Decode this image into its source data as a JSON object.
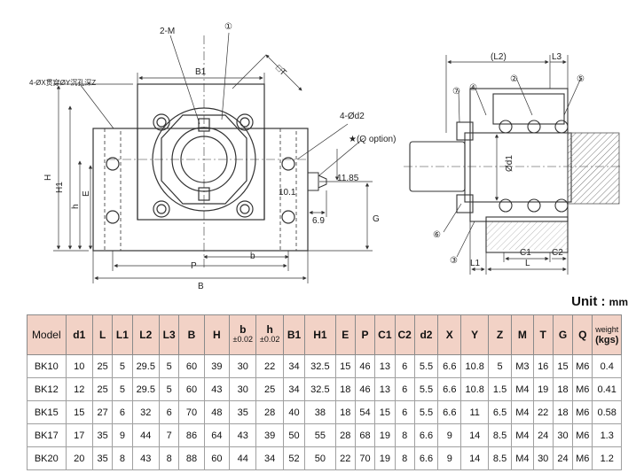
{
  "drawing": {
    "labels": {
      "two_m": "2-M",
      "hole_note": "4-ØX贯穿ØY沉孔深Z",
      "b1": "B1",
      "t": "□T",
      "four_d2": "4-Ød2",
      "q_option": "★(Q option)",
      "h": "H",
      "h1": "H1",
      "h_small": "h",
      "e": "E",
      "g": "G",
      "p": "P",
      "b_small": "b",
      "b": "B",
      "dim_10_1": "10.1",
      "dim_11_85": "11.85",
      "dim_6_9": "6.9",
      "l2": "(L2)",
      "l3": "L3",
      "od1": "Ød1",
      "c1": "C1",
      "c2": "C2",
      "l1": "L1",
      "l": "L",
      "callouts": [
        "①",
        "②",
        "③",
        "④",
        "⑤",
        "⑥",
        "⑦"
      ]
    }
  },
  "unit": {
    "label": "Unit :",
    "value": "mm"
  },
  "table": {
    "headers": [
      "Model",
      "d1",
      "L",
      "L1",
      "L2",
      "L3",
      "B",
      "H",
      "b",
      "h",
      "B1",
      "H1",
      "E",
      "P",
      "C1",
      "C2",
      "d2",
      "X",
      "Y",
      "Z",
      "M",
      "T",
      "G",
      "Q",
      "weight"
    ],
    "header_subs": {
      "b": "±0.02",
      "h": "±0.02",
      "weight": "(kgs)"
    },
    "rows": [
      [
        "BK10",
        "10",
        "25",
        "5",
        "29.5",
        "5",
        "60",
        "39",
        "30",
        "22",
        "34",
        "32.5",
        "15",
        "46",
        "13",
        "6",
        "5.5",
        "6.6",
        "10.8",
        "5",
        "M3",
        "16",
        "15",
        "M6",
        "0.4"
      ],
      [
        "BK12",
        "12",
        "25",
        "5",
        "29.5",
        "5",
        "60",
        "43",
        "30",
        "25",
        "34",
        "32.5",
        "18",
        "46",
        "13",
        "6",
        "5.5",
        "6.6",
        "10.8",
        "1.5",
        "M4",
        "19",
        "18",
        "M6",
        "0.41"
      ],
      [
        "BK15",
        "15",
        "27",
        "6",
        "32",
        "6",
        "70",
        "48",
        "35",
        "28",
        "40",
        "38",
        "18",
        "54",
        "15",
        "6",
        "5.5",
        "6.6",
        "11",
        "6.5",
        "M4",
        "22",
        "18",
        "M6",
        "0.58"
      ],
      [
        "BK17",
        "17",
        "35",
        "9",
        "44",
        "7",
        "86",
        "64",
        "43",
        "39",
        "50",
        "55",
        "28",
        "68",
        "19",
        "8",
        "6.6",
        "9",
        "14",
        "8.5",
        "M4",
        "24",
        "30",
        "M6",
        "1.3"
      ],
      [
        "BK20",
        "20",
        "35",
        "8",
        "43",
        "8",
        "88",
        "60",
        "44",
        "34",
        "52",
        "50",
        "22",
        "70",
        "19",
        "8",
        "6.6",
        "9",
        "14",
        "8.5",
        "M4",
        "30",
        "24",
        "M6",
        "1.2"
      ]
    ]
  }
}
